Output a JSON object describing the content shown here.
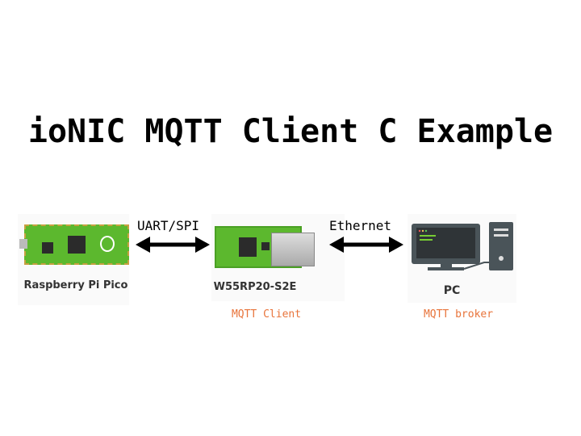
{
  "title": "ioNIC MQTT Client C Example",
  "devices": [
    {
      "name": "Raspberry Pi Pico"
    },
    {
      "name": "W55RP20-S2E",
      "role": "MQTT Client"
    },
    {
      "name": "PC",
      "role": "MQTT broker"
    }
  ],
  "connections": [
    {
      "label": "UART/SPI"
    },
    {
      "label": "Ethernet"
    }
  ],
  "colors": {
    "role": "#e8743b",
    "pcb": "#5cb82e"
  }
}
